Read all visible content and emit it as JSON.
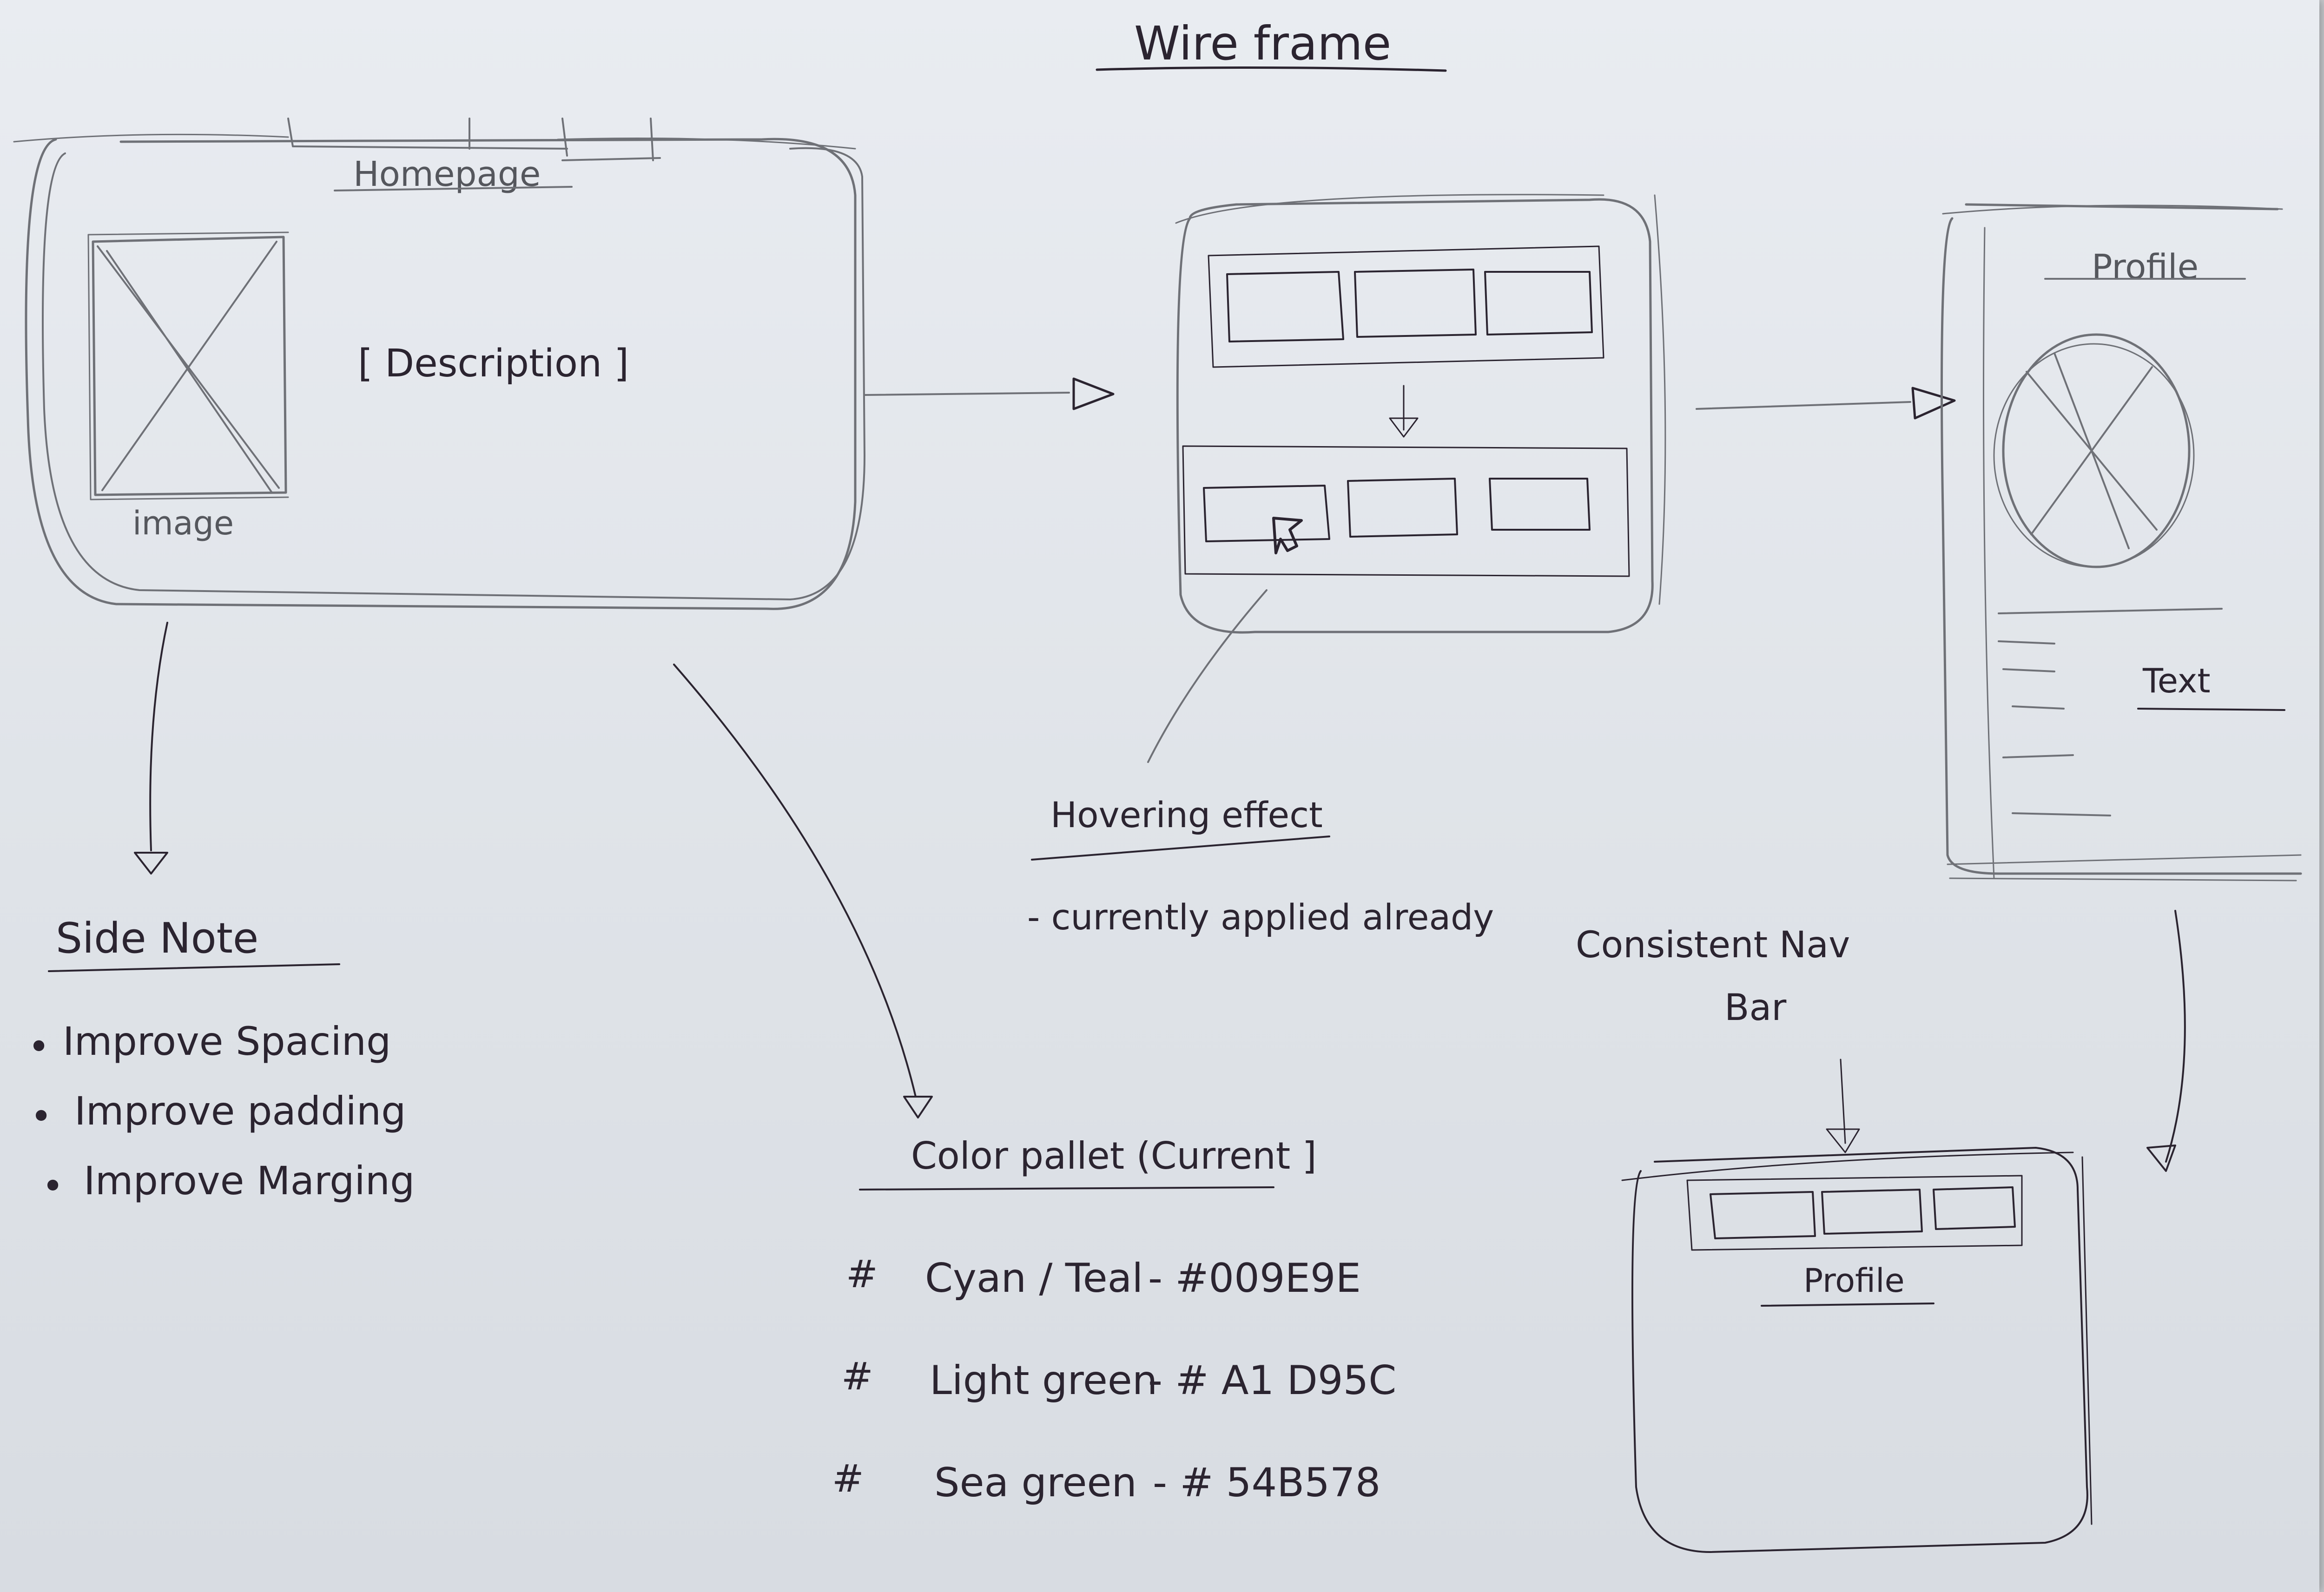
{
  "title": "Wire frame",
  "homepage": {
    "label": "Homepage",
    "image_label": "image",
    "description": "[ Description ]"
  },
  "profile_sketch": {
    "label": "Profile",
    "text_label": "Text"
  },
  "hover_note": {
    "title": "Hovering effect",
    "detail": "- currently applied already"
  },
  "nav_note": {
    "line1": "Consistent Nav",
    "line2": "Bar",
    "profile_label": "Profile"
  },
  "side_note": {
    "title": "Side Note",
    "items": [
      "Improve Spacing",
      "Improve padding",
      "Improve Marging"
    ]
  },
  "palette": {
    "title": "Color pallet (Current ]",
    "colors": [
      {
        "bullet": "#",
        "name": "Cyan / Teal",
        "code": "- #009E9E",
        "hex": "#009E9E"
      },
      {
        "bullet": "#",
        "name": "Light green",
        "code": "- # A1 D95C",
        "hex": "#A1D95C"
      },
      {
        "bullet": "#",
        "name": "Sea green",
        "code": "- # 54B578",
        "hex": "#54B578"
      }
    ]
  }
}
